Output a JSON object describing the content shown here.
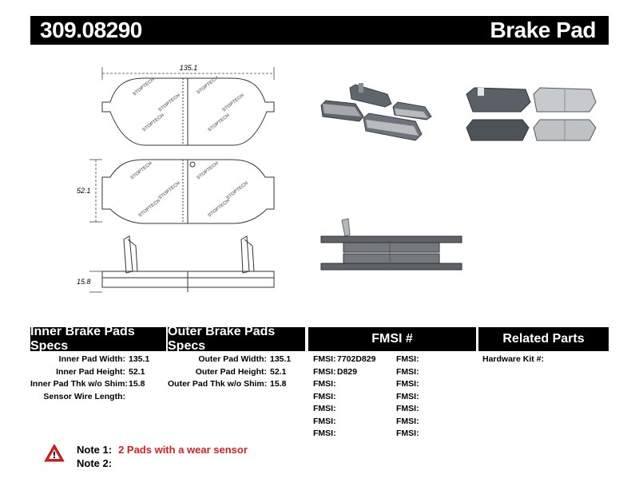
{
  "header": {
    "part_number": "309.08290",
    "product_type": "Brake Pad"
  },
  "drawing": {
    "width_dim": "135.1",
    "height_dim": "52.1",
    "thickness_dim": "15.8",
    "stamp_text": "STOPTECH"
  },
  "columns": {
    "inner_title": "Inner Brake Pads Specs",
    "outer_title": "Outer Brake Pads Specs",
    "fmsi_title": "FMSI #",
    "related_title": "Related Parts"
  },
  "inner_specs": [
    {
      "label": "Inner Pad Width:",
      "value": "135.1"
    },
    {
      "label": "Inner Pad Height:",
      "value": "52.1"
    },
    {
      "label": "Inner Pad Thk w/o Shim:",
      "value": "15.8"
    },
    {
      "label": "Sensor Wire Length:",
      "value": ""
    }
  ],
  "outer_specs": [
    {
      "label": "Outer Pad Width:",
      "value": "135.1"
    },
    {
      "label": "Outer Pad Height:",
      "value": "52.1"
    },
    {
      "label": "Outer Pad Thk w/o Shim:",
      "value": "15.8"
    }
  ],
  "fmsi_left": [
    {
      "label": "FMSI:",
      "value": "7702D829"
    },
    {
      "label": "FMSI:",
      "value": "D829"
    },
    {
      "label": "FMSI:",
      "value": ""
    },
    {
      "label": "FMSI:",
      "value": ""
    },
    {
      "label": "FMSI:",
      "value": ""
    },
    {
      "label": "FMSI:",
      "value": ""
    },
    {
      "label": "FMSI:",
      "value": ""
    }
  ],
  "fmsi_right": [
    {
      "label": "FMSI:",
      "value": ""
    },
    {
      "label": "FMSI:",
      "value": ""
    },
    {
      "label": "FMSI:",
      "value": ""
    },
    {
      "label": "FMSI:",
      "value": ""
    },
    {
      "label": "FMSI:",
      "value": ""
    },
    {
      "label": "FMSI:",
      "value": ""
    },
    {
      "label": "FMSI:",
      "value": ""
    }
  ],
  "related": [
    {
      "label": "Hardware Kit #:",
      "value": ""
    }
  ],
  "notes": {
    "note1_label": "Note 1:",
    "note1_text": "2 Pads with a wear sensor",
    "note2_label": "Note 2:",
    "note2_text": ""
  },
  "colors": {
    "header_bg": "#000000",
    "note_red": "#d92020",
    "pad_gray": "#6d737a",
    "pad_light": "#c9cccf"
  }
}
